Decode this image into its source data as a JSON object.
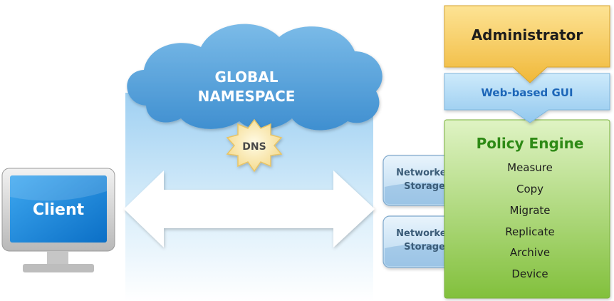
{
  "cloud": {
    "line1": "GLOBAL",
    "line2": "NAMESPACE"
  },
  "dns": {
    "label": "DNS"
  },
  "client": {
    "label": "Client"
  },
  "storage": [
    {
      "line1": "Networked",
      "line2": "Storage"
    },
    {
      "line1": "Networked",
      "line2": "Storage"
    }
  ],
  "admin": {
    "label": "Administrator"
  },
  "gui": {
    "label": "Web-based GUI"
  },
  "policy": {
    "title": "Policy Engine",
    "items": [
      "Measure",
      "Copy",
      "Migrate",
      "Replicate",
      "Archive",
      "Device"
    ]
  },
  "colors": {
    "cloud": "#5aa6dd",
    "admin": "#f2c84b",
    "gui": "#a9d6f2",
    "policy": "#8cc63f",
    "policy_title": "#2f8a16",
    "gui_text": "#1f66b8"
  }
}
